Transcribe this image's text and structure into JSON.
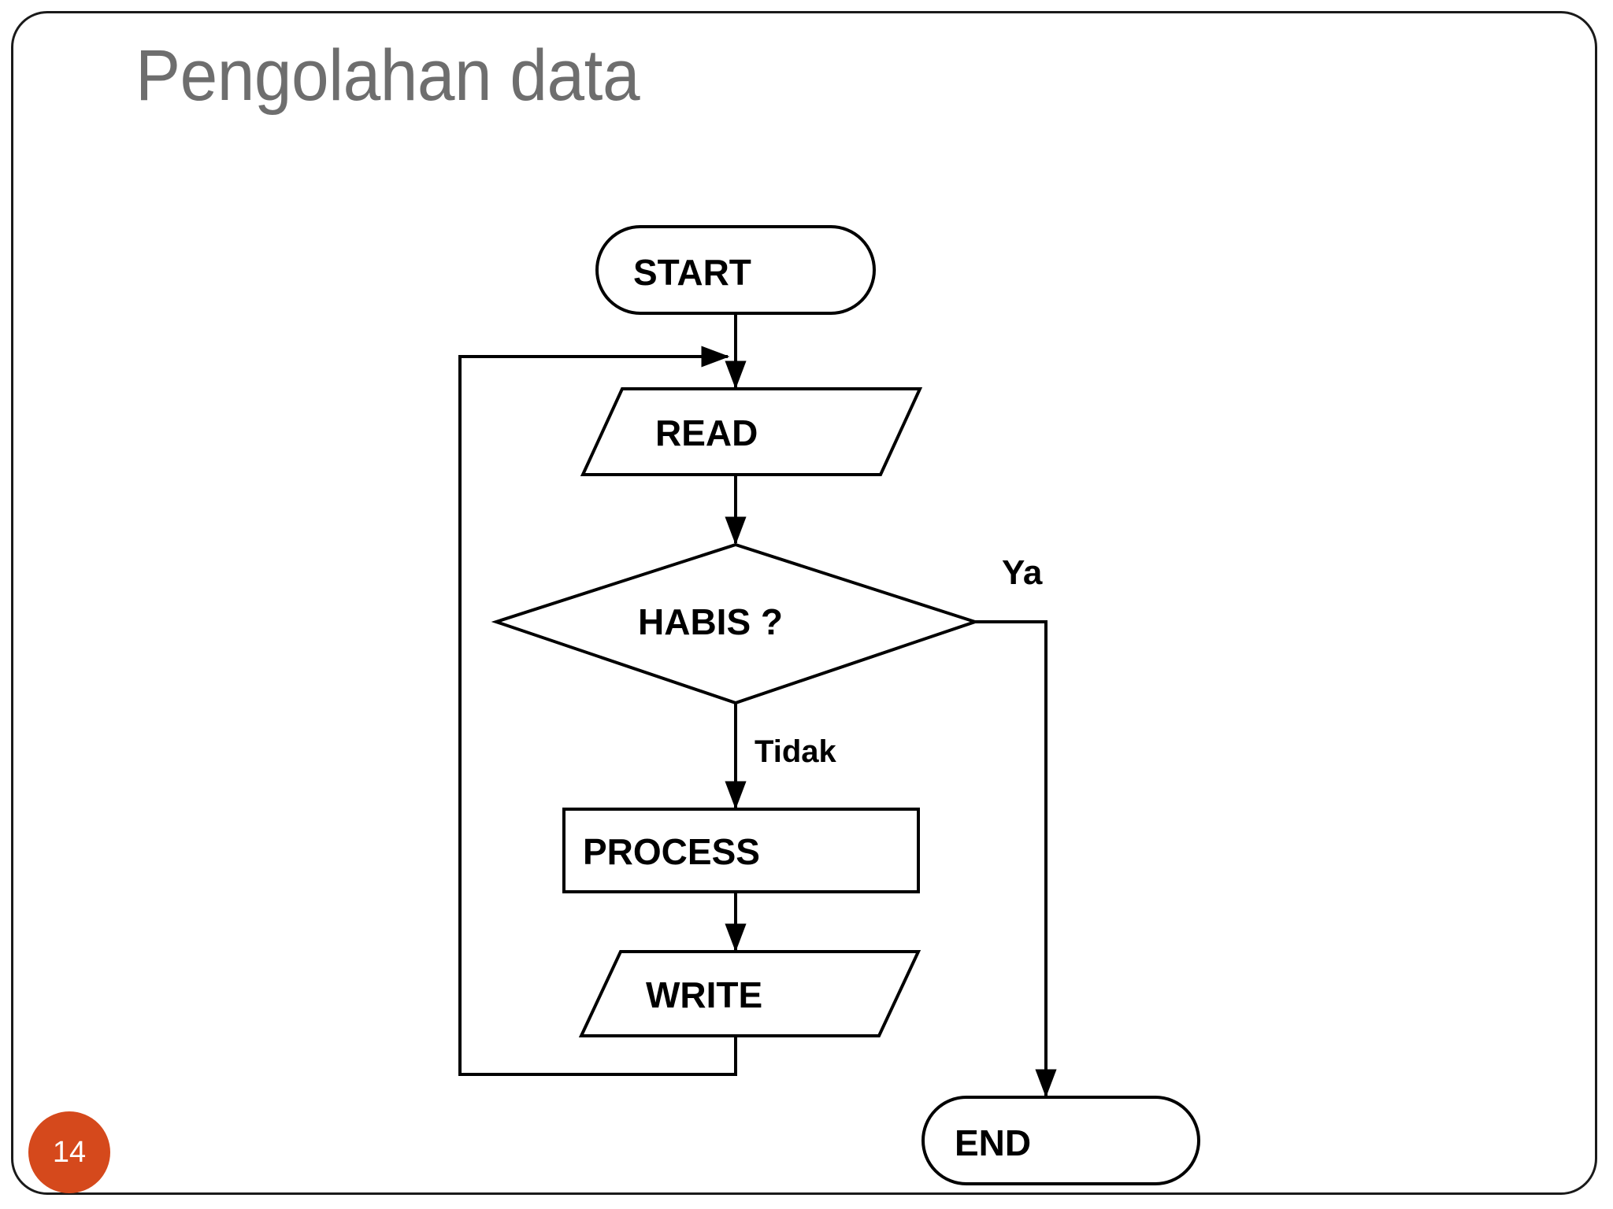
{
  "slide": {
    "title": "Pengolahan data",
    "page_number": "14",
    "title_color": "#6e6e6e",
    "badge_color": "#d5491c",
    "badge_text_color": "#ffffff",
    "background_color": "#ffffff",
    "border_color": "#1a1a1a"
  },
  "flowchart": {
    "title": "Pengolahan data",
    "type": "flowchart",
    "nodes": [
      {
        "id": "start",
        "label": "START",
        "shape": "terminator"
      },
      {
        "id": "read",
        "label": "READ",
        "shape": "parallelogram"
      },
      {
        "id": "habis",
        "label": "HABIS ?",
        "shape": "decision"
      },
      {
        "id": "process",
        "label": "PROCESS",
        "shape": "rectangle"
      },
      {
        "id": "write",
        "label": "WRITE",
        "shape": "parallelogram"
      },
      {
        "id": "end",
        "label": "END",
        "shape": "terminator"
      }
    ],
    "edges": [
      {
        "from": "start",
        "to": "read",
        "label": ""
      },
      {
        "from": "read",
        "to": "habis",
        "label": ""
      },
      {
        "from": "habis",
        "to": "end",
        "label": "Ya"
      },
      {
        "from": "habis",
        "to": "process",
        "label": "Tidak"
      },
      {
        "from": "process",
        "to": "write",
        "label": ""
      },
      {
        "from": "write",
        "to": "read",
        "label": ""
      }
    ],
    "edge_labels": {
      "ya": "Ya",
      "tidak": "Tidak"
    }
  }
}
